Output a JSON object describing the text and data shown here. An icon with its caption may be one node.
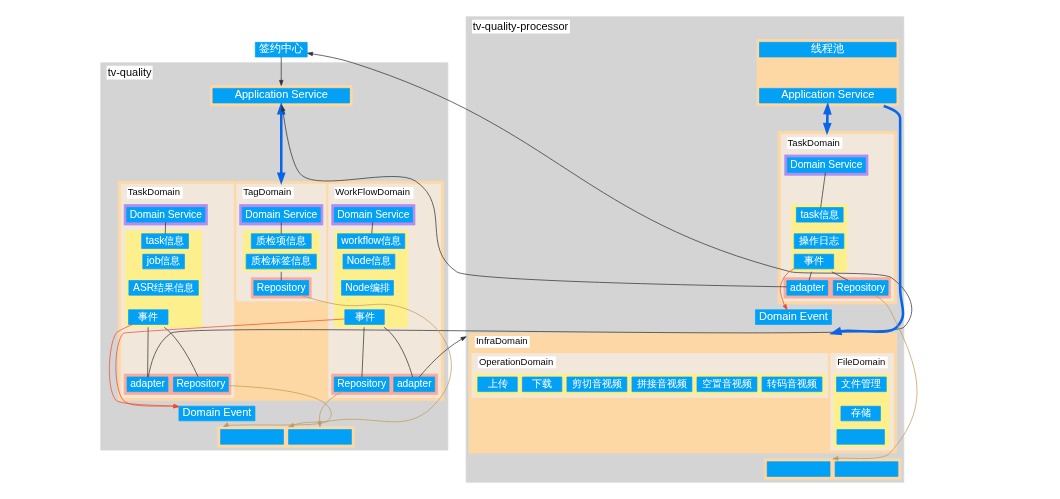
{
  "diagram": {
    "nodes": [
      {
        "text": [
          "签约中心"
        ]
      },
      {
        "text": [
          "tv-quality"
        ]
      },
      {
        "text": [],
        "shape": "box",
        "in": 1
      },
      {
        "text": [
          "Application Service"
        ],
        "in": 2
      },
      {
        "text": [],
        "shape": "box",
        "in": 1
      },
      {
        "text": [
          "TaskDomain"
        ],
        "in": 4
      },
      {
        "text": [],
        "shape": "box",
        "in": 5
      },
      {
        "text": [
          "Domain Service"
        ],
        "in": 6
      },
      {
        "text": [],
        "shape": "box",
        "in": 5
      },
      {
        "text": [
          "task信息"
        ],
        "in": 8
      },
      {
        "text": [
          "job信息"
        ],
        "in": 8
      },
      {
        "text": [
          "ASR结果信息"
        ],
        "in": 8
      },
      {
        "text": [
          "事件"
        ],
        "in": 8
      },
      {
        "text": [],
        "shape": "box",
        "in": 5
      },
      {
        "text": [
          "adapter"
        ],
        "in": 13
      },
      {
        "text": [
          "Repository"
        ],
        "in": 13
      },
      {
        "text": [
          "TagDomain"
        ],
        "in": 4
      },
      {
        "text": [],
        "shape": "box",
        "in": 16
      },
      {
        "text": [
          "Domain Service"
        ],
        "in": 17
      },
      {
        "text": [],
        "shape": "box",
        "in": 16
      },
      {
        "text": [
          "质检项信息"
        ],
        "in": 19
      },
      {
        "text": [
          "质检标签信息"
        ],
        "in": 19
      },
      {
        "text": [],
        "shape": "box",
        "in": 16
      },
      {
        "text": [
          "Repository"
        ],
        "in": 22
      },
      {
        "text": [
          "WorkFlowDomain"
        ],
        "in": 4
      },
      {
        "text": [],
        "shape": "box",
        "in": 24
      },
      {
        "text": [
          "Domain Service"
        ],
        "in": 25
      },
      {
        "text": [],
        "shape": "box",
        "in": 24
      },
      {
        "text": [
          "workflow信息"
        ],
        "in": 27
      },
      {
        "text": [
          "Node信息"
        ],
        "in": 27
      },
      {
        "text": [
          "Node编排"
        ],
        "in": 27
      },
      {
        "text": [
          "事件"
        ],
        "in": 27
      },
      {
        "text": [],
        "shape": "box",
        "in": 24
      },
      {
        "text": [
          "Repository"
        ],
        "in": 32
      },
      {
        "text": [
          "adapter"
        ],
        "in": 32
      },
      {
        "text": [
          "Domain Event"
        ],
        "in": 1
      },
      {
        "text": [],
        "shape": "box",
        "in": 1
      },
      {
        "text": [],
        "shape": "box",
        "in": 36
      },
      {
        "text": [],
        "shape": "box",
        "in": 36
      },
      {
        "text": [
          "tv-quality-processor"
        ]
      },
      {
        "text": [],
        "shape": "box",
        "in": 39
      },
      {
        "text": [
          "线程池"
        ],
        "in": 40
      },
      {
        "text": [
          "Application Service"
        ],
        "in": 40
      },
      {
        "text": [],
        "shape": "box",
        "in": 39
      },
      {
        "text": [
          "TaskDomain"
        ],
        "in": 43
      },
      {
        "text": [],
        "shape": "box",
        "in": 44
      },
      {
        "text": [
          "Domain Service"
        ],
        "in": 45
      },
      {
        "text": [],
        "shape": "box",
        "in": 44
      },
      {
        "text": [
          "task信息"
        ],
        "in": 47
      },
      {
        "text": [
          "操作日志"
        ],
        "in": 47
      },
      {
        "text": [
          "事件"
        ],
        "in": 47
      },
      {
        "text": [],
        "shape": "box",
        "in": 44
      },
      {
        "text": [
          "adapter"
        ],
        "in": 51
      },
      {
        "text": [
          "Repository"
        ],
        "in": 51
      },
      {
        "text": [
          "Domain Event"
        ],
        "in": 39
      },
      {
        "text": [
          "InfraDomain"
        ],
        "in": 39
      },
      {
        "text": [
          "FileDomain"
        ],
        "in": 55
      },
      {
        "text": [],
        "shape": "box",
        "in": 56
      },
      {
        "text": [
          "文件管理"
        ],
        "in": 57
      },
      {
        "text": [
          "存储"
        ],
        "in": 57
      },
      {
        "text": [],
        "shape": "box",
        "in": 57
      },
      {
        "text": [
          "OperationDomain"
        ],
        "in": 55
      },
      {
        "text": [],
        "shape": "box",
        "in": 61
      },
      {
        "text": [
          "上传"
        ],
        "in": 62
      },
      {
        "text": [
          "下载"
        ],
        "in": 62
      },
      {
        "text": [
          "剪切音视频"
        ],
        "in": 62
      },
      {
        "text": [
          "拼接音视频"
        ],
        "in": 62
      },
      {
        "text": [
          "空置音视频"
        ],
        "in": 62
      },
      {
        "text": [
          "转码音视频"
        ],
        "in": 62
      },
      {
        "text": [],
        "shape": "box",
        "in": 39
      },
      {
        "text": [],
        "shape": "box",
        "in": 69
      },
      {
        "text": [],
        "shape": "box",
        "in": 69
      }
    ],
    "edges": [
      {
        "from": 14,
        "to": 0,
        "arrow": "to"
      },
      {
        "from": 0,
        "to": 2,
        "arrow": "to"
      },
      {
        "from": 52,
        "to": 2,
        "arrow": "to"
      },
      {
        "from": 34,
        "to": 39,
        "arrow": "to"
      },
      {
        "from": 2,
        "to": 4,
        "arrow": "both",
        "style": "thick",
        "color": "#0a64e8"
      },
      {
        "from": 7,
        "to": 9,
        "arrow": "none"
      },
      {
        "from": 8,
        "to": 14,
        "arrow": "none"
      },
      {
        "from": 8,
        "to": 15,
        "arrow": "none"
      },
      {
        "from": 12,
        "to": 35,
        "arrow": "to",
        "color": "#f04a30"
      },
      {
        "from": 18,
        "to": 20,
        "arrow": "none"
      },
      {
        "from": 19,
        "to": 23,
        "arrow": "none"
      },
      {
        "from": 26,
        "to": 28,
        "arrow": "none"
      },
      {
        "from": 27,
        "to": 33,
        "arrow": "none"
      },
      {
        "from": 27,
        "to": 34,
        "arrow": "none"
      },
      {
        "from": 31,
        "to": 35,
        "arrow": "to",
        "color": "#f04a30"
      },
      {
        "from": 15,
        "to": 36,
        "arrow": "to",
        "color": "#c39a5c"
      },
      {
        "from": 23,
        "to": 36,
        "arrow": "to",
        "color": "#c39a5c"
      },
      {
        "from": 33,
        "to": 36,
        "arrow": "to",
        "color": "#c39a5c"
      },
      {
        "from": 40,
        "to": 43,
        "arrow": "both",
        "style": "thick",
        "color": "#0a64e8"
      },
      {
        "from": 40,
        "to": 55,
        "arrow": "to",
        "style": "thick",
        "color": "#0a64e8"
      },
      {
        "from": 46,
        "to": 48,
        "arrow": "none"
      },
      {
        "from": 47,
        "to": 52,
        "arrow": "none"
      },
      {
        "from": 47,
        "to": 53,
        "arrow": "none"
      },
      {
        "from": 50,
        "to": 54,
        "arrow": "to",
        "color": "#f04a30"
      },
      {
        "from": 53,
        "to": 69,
        "arrow": "to",
        "color": "#c39a5c"
      }
    ]
  }
}
